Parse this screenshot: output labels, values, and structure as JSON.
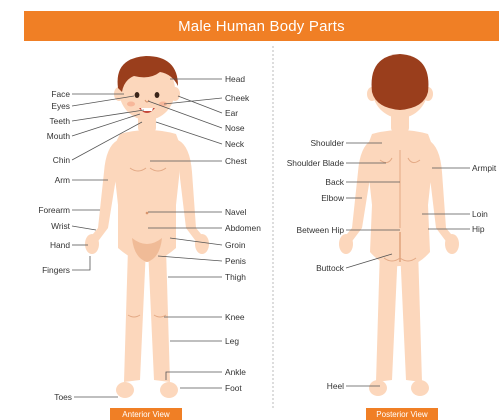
{
  "title": "Male Human Body Parts",
  "colors": {
    "accent": "#f07f25",
    "skin": "#fcd7bc",
    "skin_shade": "#f0bb97",
    "hair": "#9a3e1c",
    "leader_line": "#555555"
  },
  "anterior": {
    "left_labels": {
      "face": "Face",
      "eyes": "Eyes",
      "teeth": "Teeth",
      "mouth": "Mouth",
      "chin": "Chin",
      "arm": "Arm",
      "forearm": "Forearm",
      "wrist": "Wrist",
      "hand": "Hand",
      "fingers": "Fingers",
      "toes": "Toes"
    },
    "right_labels": {
      "head": "Head",
      "cheek": "Cheek",
      "ear": "Ear",
      "nose": "Nose",
      "neck": "Neck",
      "chest": "Chest",
      "navel": "Navel",
      "abdomen": "Abdomen",
      "groin": "Groin",
      "penis": "Penis",
      "thigh": "Thigh",
      "knee": "Knee",
      "leg": "Leg",
      "ankle": "Ankle",
      "foot": "Foot"
    },
    "view_label": "Anterior View"
  },
  "posterior": {
    "left_labels": {
      "shoulder": "Shoulder",
      "shoulder_blade": "Shoulder Blade",
      "back": "Back",
      "elbow": "Elbow",
      "between_hip": "Between Hip",
      "buttock": "Buttock",
      "heel": "Heel"
    },
    "right_labels": {
      "armpit": "Armpit",
      "loin": "Loin",
      "hip": "Hip"
    },
    "view_label": "Posterior View"
  }
}
